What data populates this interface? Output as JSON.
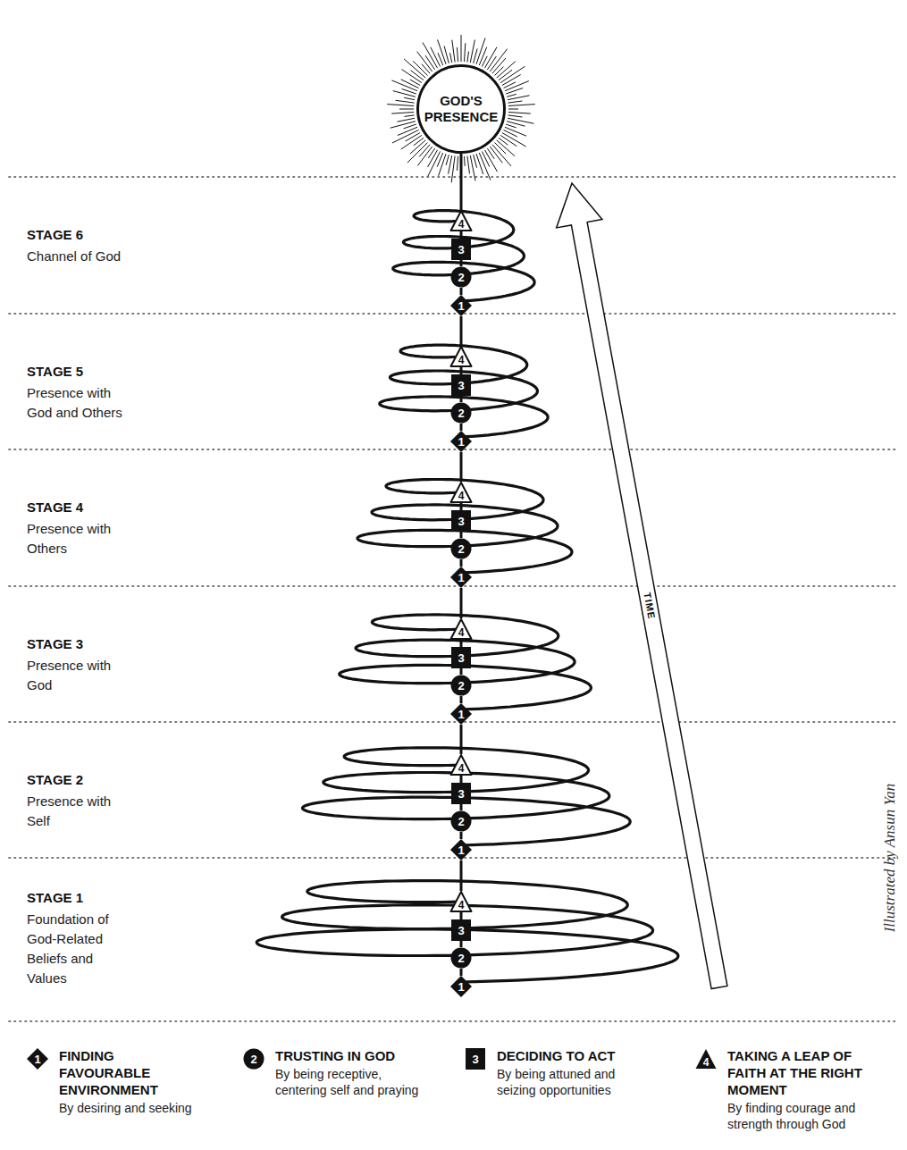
{
  "diagram": {
    "nodes": [
      {
        "text": [
          "GOD'S PRESENCE"
        ]
      },
      {
        "text": [
          "4"
        ]
      },
      {
        "text": [
          "3"
        ]
      },
      {
        "text": [
          "2"
        ]
      },
      {
        "text": [
          "1"
        ]
      },
      {
        "text": [
          "4"
        ]
      },
      {
        "text": [
          "3"
        ]
      },
      {
        "text": [
          "2"
        ]
      },
      {
        "text": [
          "1"
        ]
      },
      {
        "text": [
          "4"
        ]
      },
      {
        "text": [
          "3"
        ]
      },
      {
        "text": [
          "2"
        ]
      },
      {
        "text": [
          "1"
        ]
      },
      {
        "text": [
          "4"
        ]
      },
      {
        "text": [
          "3"
        ]
      },
      {
        "text": [
          "2"
        ]
      },
      {
        "text": [
          "1"
        ]
      },
      {
        "text": [
          "4"
        ]
      },
      {
        "text": [
          "3"
        ]
      },
      {
        "text": [
          "2"
        ]
      },
      {
        "text": [
          "1"
        ]
      },
      {
        "text": [
          "4"
        ]
      },
      {
        "text": [
          "3"
        ]
      },
      {
        "text": [
          "2"
        ]
      },
      {
        "text": [
          "1"
        ]
      },
      {
        "text": [
          "1",
          "FINDING FAVOURABLE ENVIRONMENT",
          "By desiring and seeking"
        ]
      },
      {
        "text": [
          "2",
          "TRUSTING IN GOD",
          "By being receptive, centering self and praying"
        ]
      },
      {
        "text": [
          "3",
          "DECIDING TO ACT",
          "By being attuned and seizing opportunities"
        ]
      },
      {
        "text": [
          "4",
          "TAKING A LEAP OF FAITH AT THE RIGHT MOMENT",
          "By finding courage and strength through God"
        ]
      }
    ],
    "edges": [
      {
        "from": 0,
        "to": 1,
        "arrow": "none"
      },
      {
        "from": 1,
        "to": 2,
        "arrow": "none"
      },
      {
        "from": 2,
        "to": 3,
        "arrow": "none"
      },
      {
        "from": 3,
        "to": 4,
        "arrow": "none"
      },
      {
        "from": 4,
        "to": 5,
        "arrow": "none"
      },
      {
        "from": 5,
        "to": 6,
        "arrow": "none"
      },
      {
        "from": 6,
        "to": 7,
        "arrow": "none"
      },
      {
        "from": 7,
        "to": 8,
        "arrow": "none"
      },
      {
        "from": 8,
        "to": 9,
        "arrow": "none"
      },
      {
        "from": 9,
        "to": 10,
        "arrow": "none"
      },
      {
        "from": 10,
        "to": 11,
        "arrow": "none"
      },
      {
        "from": 11,
        "to": 12,
        "arrow": "none"
      },
      {
        "from": 12,
        "to": 13,
        "arrow": "none"
      },
      {
        "from": 13,
        "to": 14,
        "arrow": "none"
      },
      {
        "from": 14,
        "to": 15,
        "arrow": "none"
      },
      {
        "from": 15,
        "to": 16,
        "arrow": "none"
      },
      {
        "from": 16,
        "to": 17,
        "arrow": "none"
      },
      {
        "from": 17,
        "to": 18,
        "arrow": "none"
      },
      {
        "from": 18,
        "to": 19,
        "arrow": "none"
      },
      {
        "from": 19,
        "to": 20,
        "arrow": "none"
      },
      {
        "from": 20,
        "to": 21,
        "arrow": "none"
      },
      {
        "from": 21,
        "to": 22,
        "arrow": "none"
      },
      {
        "from": 22,
        "to": 23,
        "arrow": "none"
      },
      {
        "from": 23,
        "to": 24,
        "arrow": "none"
      }
    ],
    "labels": [
      "STAGE 6",
      "Channel of God",
      "STAGE 5",
      "Presence with God and Others",
      "STAGE 4",
      "Presence with Others",
      "STAGE 3",
      "Presence with God",
      "STAGE 2",
      "Presence with Self",
      "STAGE 1",
      "Foundation of God-Related Beliefs and Values",
      "TIME",
      "Illustrated by Ansun Yan"
    ]
  }
}
